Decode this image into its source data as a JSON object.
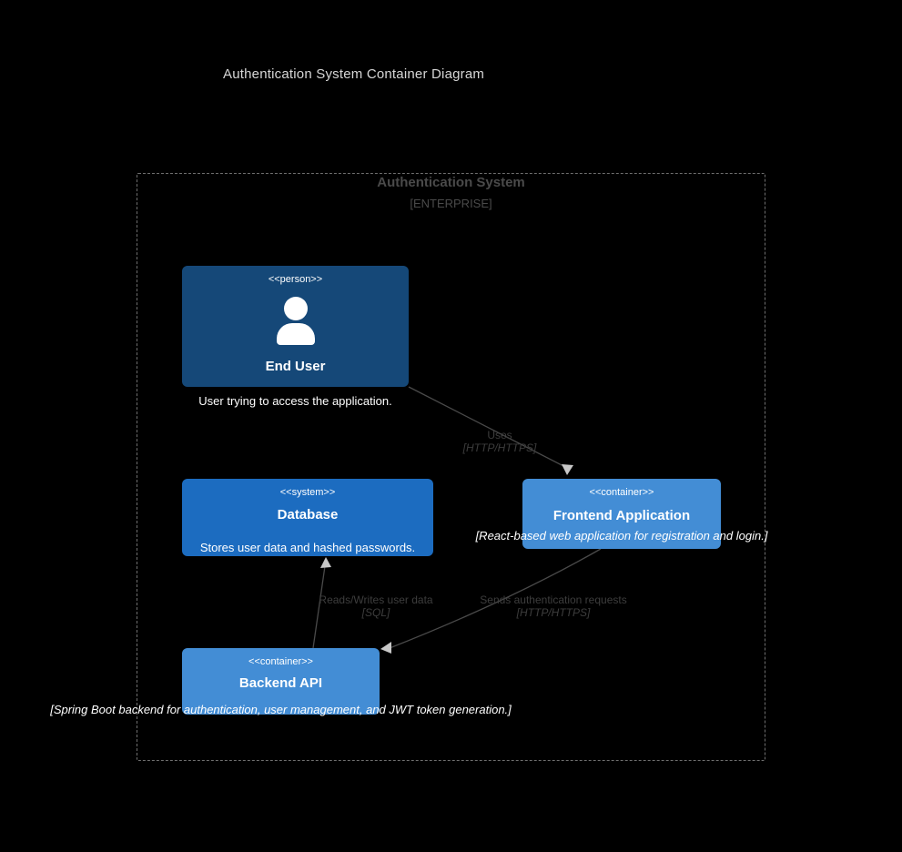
{
  "title": "Authentication System Container Diagram",
  "boundary": {
    "name": "Authentication System",
    "tag": "[ENTERPRISE]"
  },
  "colors": {
    "person": "#154878",
    "system": "#1c6cc0",
    "container": "#438dd5",
    "boundary_stroke": "#6f6f6f",
    "edge_stroke": "#4a4a4a",
    "arrow_fill": "#c8c8c8",
    "title_text": "#d6d6d6",
    "label_text": "#3d3d3d",
    "background": "#000000"
  },
  "nodes": [
    {
      "id": "person",
      "stereotype": "<<person>>",
      "name": "End User",
      "description": "User trying to access the application.",
      "icon": "person-icon"
    },
    {
      "id": "database",
      "stereotype": "<<system>>",
      "name": "Database",
      "description": "Stores user data and hashed passwords."
    },
    {
      "id": "frontend",
      "stereotype": "<<container>>",
      "name": "Frontend Application",
      "description": "[React-based web application for registration and login.]"
    },
    {
      "id": "backend",
      "stereotype": "<<container>>",
      "name": "Backend API",
      "description": "[Spring Boot backend for authentication, user management, and JWT token generation.]"
    }
  ],
  "edges": [
    {
      "id": "uses",
      "from": "person",
      "to": "frontend",
      "label": "Uses",
      "technology": "[HTTP/HTTPS]"
    },
    {
      "id": "readswrites",
      "from": "backend",
      "to": "database",
      "label": "Reads/Writes user data",
      "technology": "[SQL]"
    },
    {
      "id": "sends",
      "from": "frontend",
      "to": "backend",
      "label": "Sends authentication requests",
      "technology": "[HTTP/HTTPS]"
    }
  ]
}
